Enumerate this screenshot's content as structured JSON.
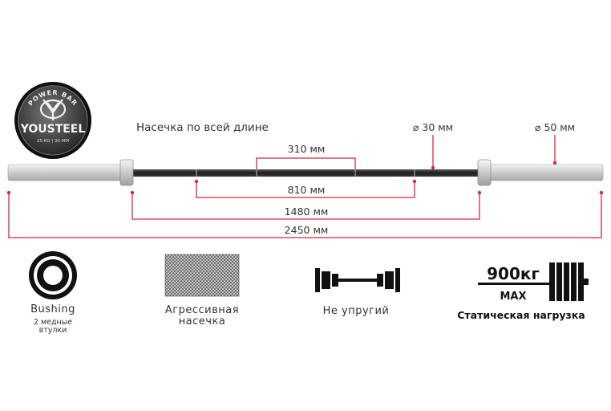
{
  "logo": {
    "top_text": "POWER BAR",
    "brand": "YOUSTEEL",
    "bottom_text": "25 KG | 30 MM"
  },
  "knurling_label": "Насечка по всей длине",
  "diameters": {
    "shaft": "⌀ 30 мм",
    "sleeve": "⌀ 50 мм"
  },
  "dimensions": {
    "center_knurl": "310 мм",
    "inner_knurl": "810 мм",
    "between_collars": "1480 мм",
    "total_length": "2450 мм"
  },
  "features": {
    "bushing": {
      "title": "Bushing",
      "subtitle_line1": "2 медные",
      "subtitle_line2": "втулки"
    },
    "knurl": {
      "line1": "Агрессивная",
      "line2": "насечка"
    },
    "rigid": {
      "label": "Не упругий"
    },
    "load": {
      "value": "900кг",
      "max": "MAX",
      "caption": "Статическая нагрузка"
    }
  },
  "colors": {
    "accent_red": "#d7263d",
    "shaft_dark": "#2b2b2b",
    "sleeve_silver": "#d9d9d9"
  }
}
